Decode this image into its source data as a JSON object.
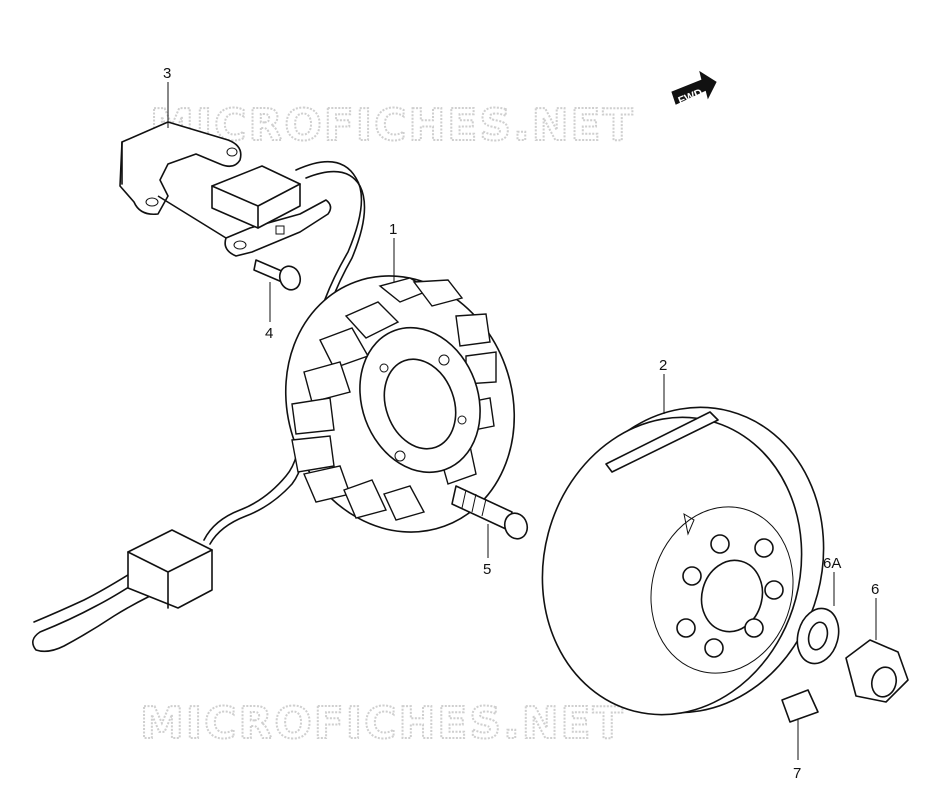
{
  "watermark": {
    "top": "MICROFICHES.NET",
    "bottom": "MICROFICHES.NET"
  },
  "fwd_badge": "FWD",
  "callouts": {
    "c1": "1",
    "c2": "2",
    "c3": "3",
    "c4": "4",
    "c5": "5",
    "c6": "6",
    "c6a": "6A",
    "c7": "7"
  }
}
